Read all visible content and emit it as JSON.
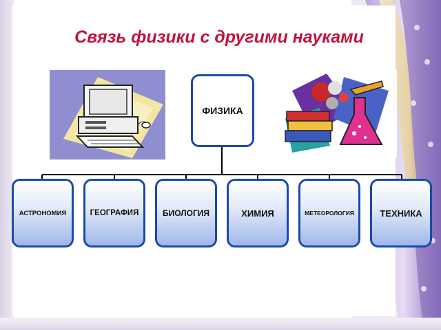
{
  "title": "Связь физики с другими науками",
  "root": {
    "label": "ФИЗИКА"
  },
  "children": [
    {
      "label": "АСТРОНОМИЯ"
    },
    {
      "label": "ГЕОГРАФИЯ"
    },
    {
      "label": "БИОЛОГИЯ"
    },
    {
      "label": "ХИМИЯ"
    },
    {
      "label": "МЕТЕОРОЛОГИЯ"
    },
    {
      "label": "ТЕХНИКА"
    }
  ],
  "colors": {
    "title": "#c0143c",
    "box_border": "#1a4aa8",
    "line": "#000000"
  },
  "icons": [
    "computer-clipart-icon",
    "books-chemistry-clipart-icon"
  ]
}
